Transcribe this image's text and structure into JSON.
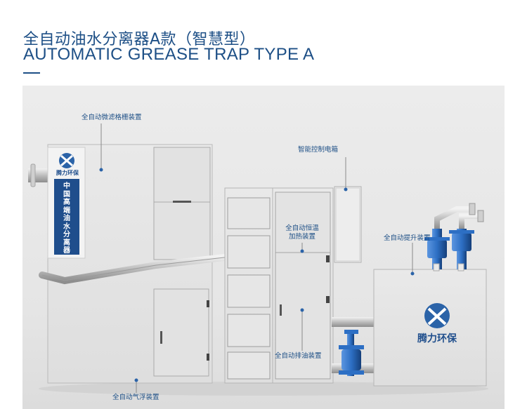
{
  "header": {
    "title_cn": "全自动油水分离器A款（智慧型）",
    "title_en": "AUTOMATIC GREASE TRAP TYPE A"
  },
  "product_panel": {
    "logo_text": "腾力环保",
    "vertical_text": "中国高端油水分离器"
  },
  "lift_unit": {
    "logo_text": "腾力环保"
  },
  "callouts": {
    "micro_filter": "全自动微滤格栅装置",
    "control_box": "智能控制电箱",
    "heating_line1": "全自动恒温",
    "heating_line2": "加热装置",
    "lifting": "全自动提升装置",
    "oil_drain": "全自动排油装置",
    "air_float": "全自动气浮装置"
  },
  "colors": {
    "brand_blue": "#1d4f86",
    "panel_blue": "#1f4e8c",
    "pump_blue": "#2d6fc4",
    "cabinet": "#e4e4e4"
  }
}
